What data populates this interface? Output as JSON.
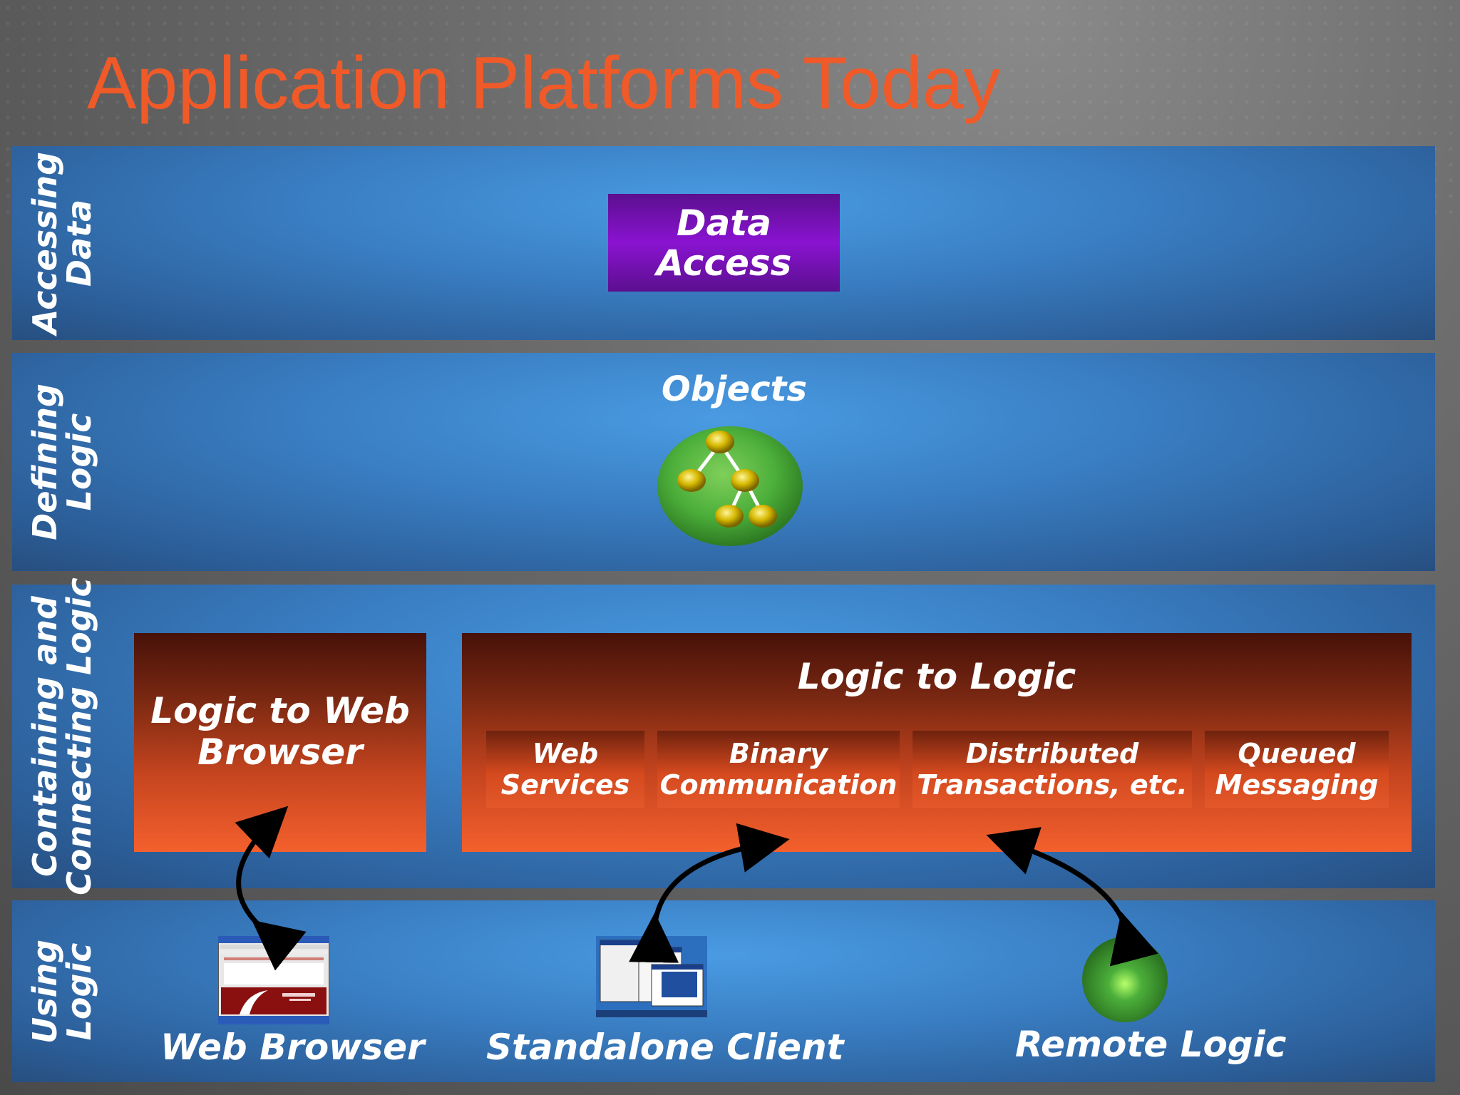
{
  "title": "Application Platforms Today",
  "bands": {
    "accessing_data": {
      "line1": "Accessing",
      "line2": "Data"
    },
    "defining_logic": {
      "line1": "Defining",
      "line2": "Logic"
    },
    "containing_logic": {
      "line1": "Containing and",
      "line2": "Connecting Logic"
    },
    "using_logic": {
      "line1": "Using",
      "line2": "Logic"
    }
  },
  "data_access": {
    "line1": "Data",
    "line2": "Access"
  },
  "objects": {
    "label": "Objects"
  },
  "logic_to_web": {
    "line1": "Logic to Web",
    "line2": "Browser"
  },
  "logic_to_logic": {
    "title": "Logic to Logic",
    "items": [
      {
        "line1": "Web",
        "line2": "Services"
      },
      {
        "line1": "Binary",
        "line2": "Communication"
      },
      {
        "line1": "Distributed",
        "line2": "Transactions, etc."
      },
      {
        "line1": "Queued",
        "line2": "Messaging"
      }
    ]
  },
  "clients": {
    "web_browser": "Web Browser",
    "standalone_client": "Standalone Client",
    "remote_logic": "Remote Logic"
  },
  "colors": {
    "title": "#f05a28",
    "band_blue": "#3a7fc4",
    "purple": "#8a13d1",
    "orange": "#f4602d",
    "green": "#4caf3a"
  },
  "icons": [
    "object-tree-icon",
    "web-browser-thumbnail",
    "standalone-client-thumbnail",
    "remote-logic-sphere-icon"
  ]
}
